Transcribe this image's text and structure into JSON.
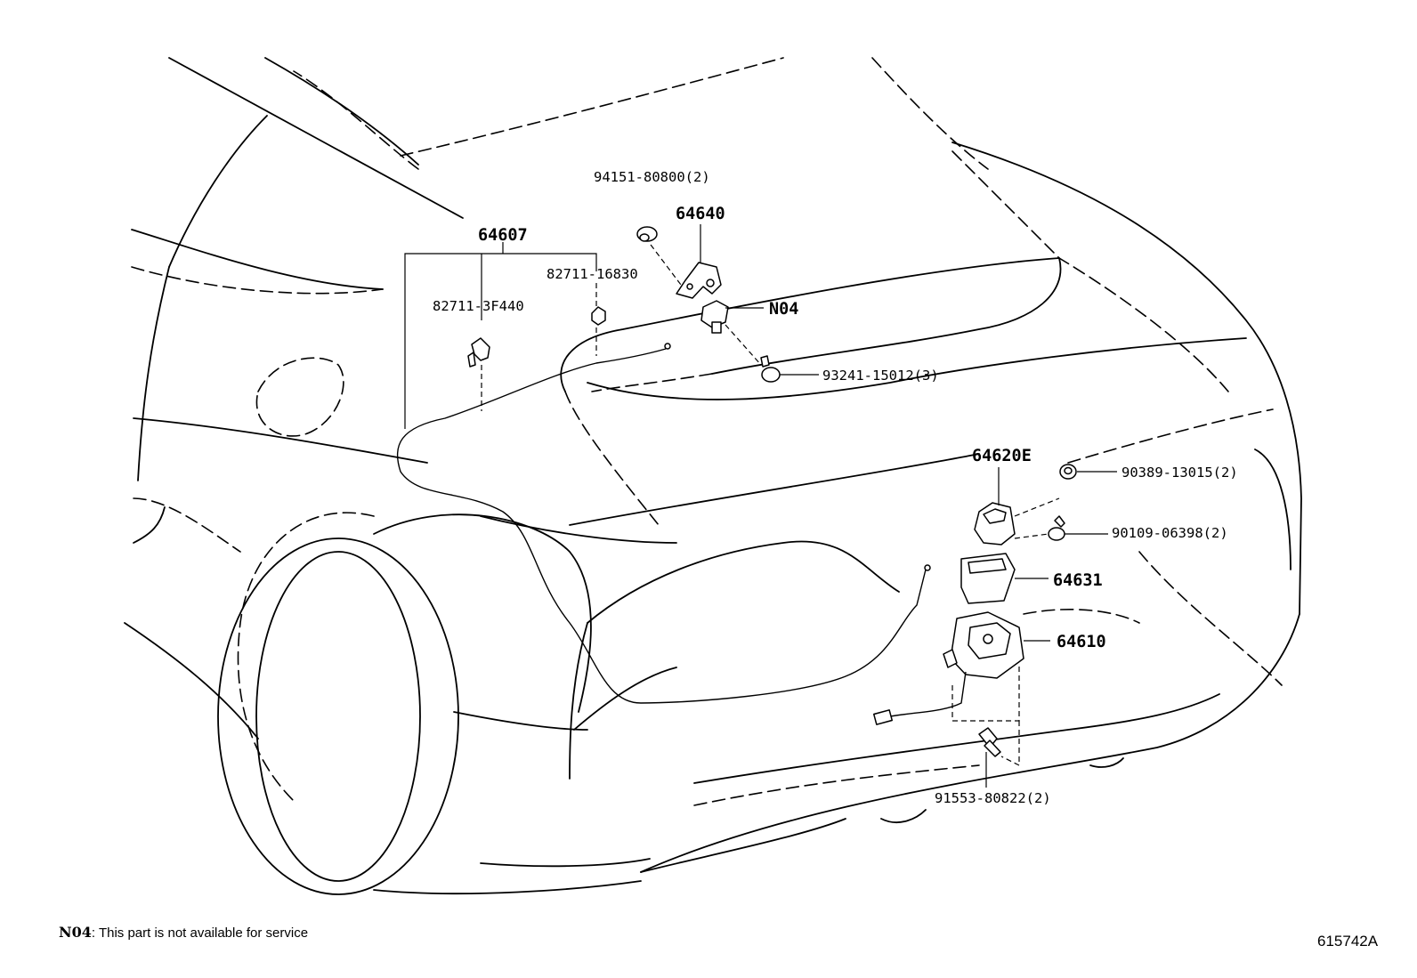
{
  "callouts": {
    "p64607": "64607",
    "p82711_3F440": "82711-3F440",
    "p82711_16830": "82711-16830",
    "p94151_80800": "94151-80800(2)",
    "p64640": "64640",
    "pN04": "N04",
    "p93241_15012": "93241-15012(3)",
    "p64620E": "64620E",
    "p90389_13015": "90389-13015(2)",
    "p90109_06398": "90109-06398(2)",
    "p64631": "64631",
    "p64610": "64610",
    "p91553_80822": "91553-80822(2)"
  },
  "footnote": {
    "code": "N04",
    "text": ": This part is not available for service"
  },
  "illustration_id": "615742A"
}
